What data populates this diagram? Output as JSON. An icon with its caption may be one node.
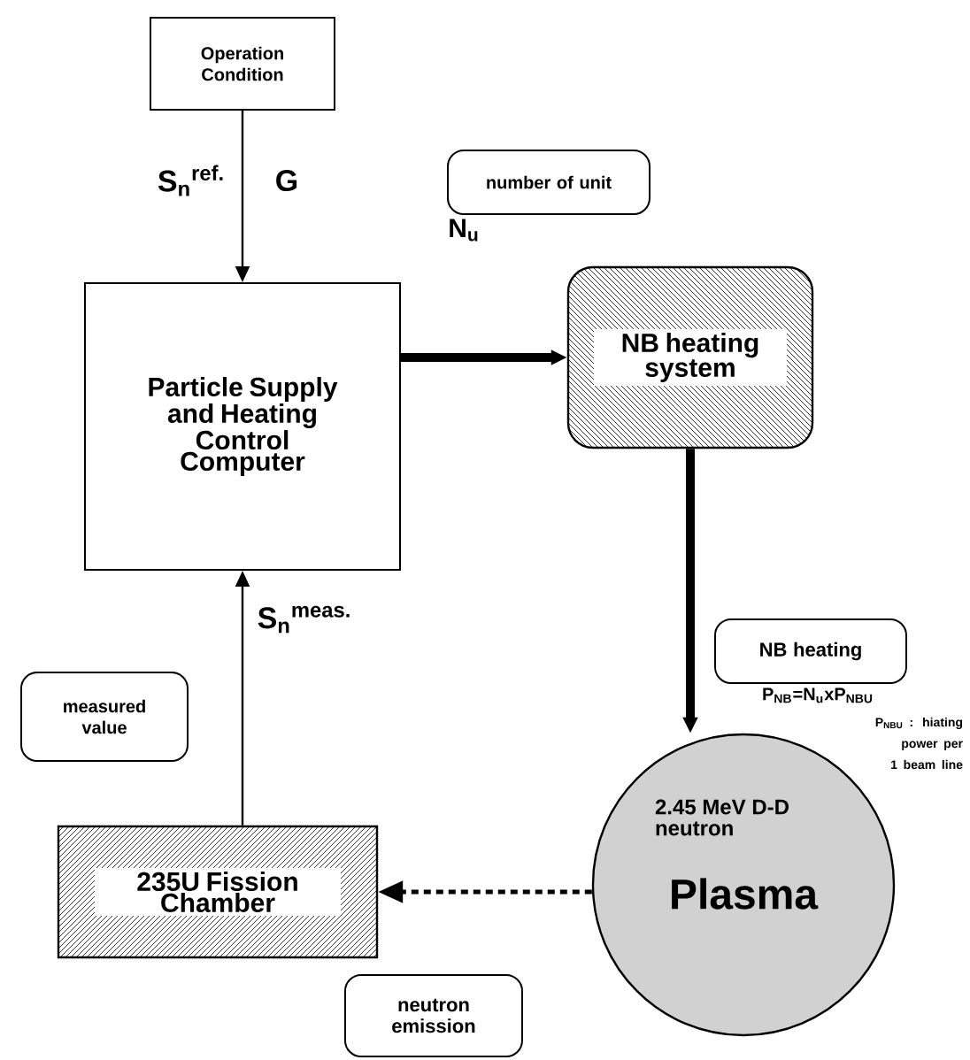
{
  "diagram": {
    "nodes": [
      {
        "text": [
          "Operation Condition"
        ]
      },
      {
        "text": [
          "Particle Supply and Heating Control Computer"
        ]
      },
      {
        "text": [
          "NB heating system"
        ]
      },
      {
        "text": [
          "2.45 MeV D-D neutron",
          "Plasma"
        ]
      },
      {
        "text": [
          "235U Fission Chamber"
        ]
      },
      {
        "text": [
          "number of unit"
        ]
      },
      {
        "text": [
          "NB heating"
        ]
      },
      {
        "text": [
          "measured value"
        ]
      },
      {
        "text": [
          "neutron emission"
        ]
      }
    ],
    "edges": [
      {
        "from": 0,
        "to": 1,
        "arrow": "to"
      },
      {
        "from": 1,
        "to": 2,
        "arrow": "to",
        "style": "thick"
      },
      {
        "from": 2,
        "to": 3,
        "arrow": "to",
        "style": "thick"
      },
      {
        "from": 3,
        "to": 4,
        "arrow": "to",
        "style": "dashed"
      },
      {
        "from": 4,
        "to": 1,
        "arrow": "to"
      }
    ],
    "labels": [
      "S$_{n}$$^{ref.}$",
      "G",
      "N$_{u}$",
      "S$_{n}$$^{meas.}$",
      "P$_{NB}$=N$_{u}$xP$_{NBU}$",
      "P$_{NBU}$ : hiating power per 1 beam line"
    ]
  }
}
